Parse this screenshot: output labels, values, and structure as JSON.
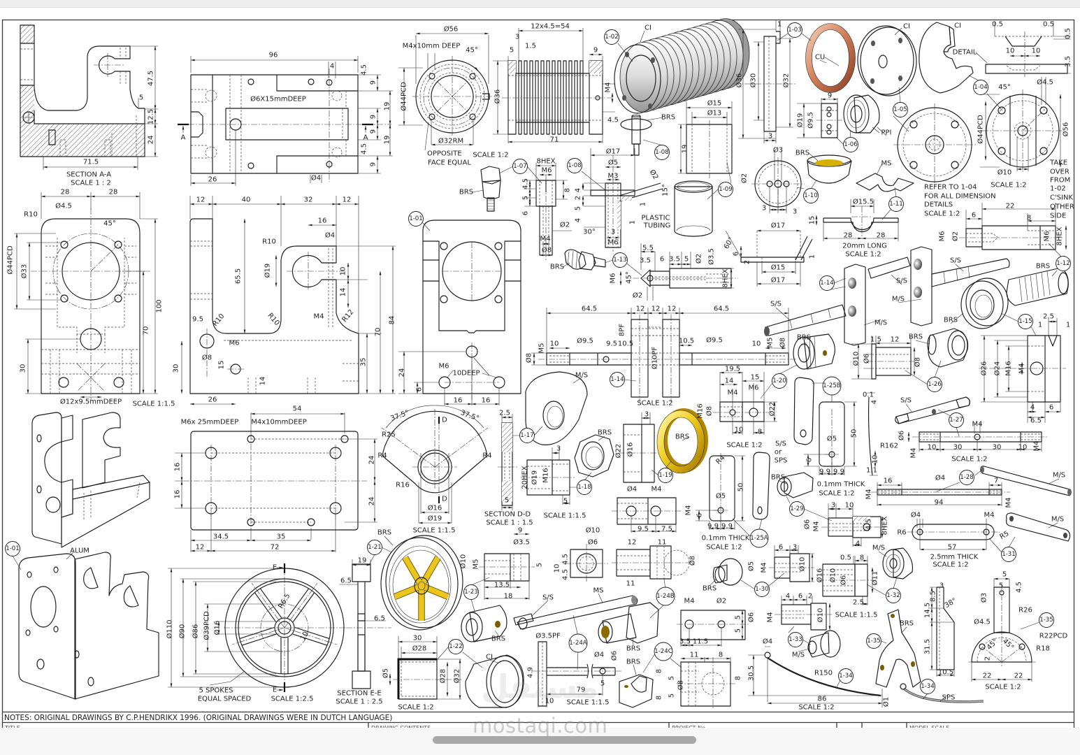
{
  "screen": {
    "watermark_text": "mostaqi.com",
    "watermark_logo": "مستقل"
  },
  "sheet": {
    "notes": "NOTES: ORIGINAL DRAWINGS BY C.P.HENDRIKX 1996. (ORIGINAL DRAWINGS WERE IN DUTCH LANGUAGE)",
    "title_block": [
      "TITLE",
      "DRAWING CONTENTS",
      "PROJECT No.",
      "MODEL SCALE"
    ]
  },
  "colors": {
    "line": "#1b1b1b",
    "brass": "#e8c21a",
    "copper": "#c9714a",
    "cast_iron": "#8c8c8c",
    "mild_steel": "#d9d9d9",
    "aluminium": "#e3e8ec",
    "plastic": "#bfe8ee",
    "scrollbar": "#a8a8a8"
  },
  "views": {
    "sectionAA": {
      "title": "SECTION A-A",
      "scale": "SCALE 1 : 2",
      "dims": [
        "47.5",
        "5",
        "12.5",
        "24",
        "71.5"
      ]
    },
    "bodyTop": {
      "markers": [
        "A",
        "A"
      ],
      "dims": [
        "96",
        "4",
        "4.5",
        "9",
        "Ø6X15mmDEEP",
        "19",
        "9",
        "9",
        "19",
        "4.5",
        "9",
        "26",
        "Ø4"
      ]
    },
    "bodyFront": {
      "scale": "SCALE 1:1.5",
      "dims": [
        "28",
        "28",
        "Ø4.5",
        "R10",
        "45°",
        "Ø44PCD",
        "Ø33",
        "100",
        "70",
        "30",
        "Ø12x9.5mmDEEP"
      ]
    },
    "bodySide": {
      "dims": [
        "12",
        "40",
        "32",
        "12",
        "16",
        "Ø4",
        "R10",
        "Ø19",
        "65.5",
        "10",
        "14",
        "9.5",
        "R10",
        "R10",
        "M4",
        "R12",
        "84",
        "70",
        "M6",
        "Ø8",
        "15",
        "35",
        "14",
        "30",
        "26"
      ]
    },
    "bodyEnd": {
      "balloons": [
        "1-01"
      ],
      "dims": [
        "24",
        "M6",
        "10DEEP",
        "6",
        "16",
        "16"
      ]
    },
    "basePlate": {
      "dims": [
        "54",
        "M6x 25mmDEEP",
        "M4x10mmDEEP",
        "16",
        "16",
        "24",
        "24",
        "34.5",
        "35",
        "12",
        "72"
      ]
    },
    "bodyIso": {
      "balloons": [
        "1-01"
      ],
      "materials": [
        "ALUM"
      ]
    },
    "flywheel": {
      "scale": "SCALE 1:2.5",
      "markers": [
        "E",
        "E"
      ],
      "dims": [
        "R6.5",
        "10",
        "Ø110",
        "Ø90",
        "Ø86",
        "Ø39PCD",
        "Ø16"
      ],
      "notes": [
        "5 SPOKES",
        "EQUAL SPACED"
      ]
    },
    "sectionEE": {
      "title": "SECTION E-E",
      "scale": "SCALE 1 : 2.5",
      "dims": [
        "19",
        "6.5",
        "6.5"
      ]
    },
    "flywheelIso": {
      "balloons": [
        "1-21"
      ],
      "materials": [
        "BRS"
      ]
    },
    "cylinderEnd": {
      "dims": [
        "Ø56",
        "M4x10mm DEEP",
        "45°",
        "Ø44PCD",
        "Ø32RM"
      ],
      "notes": [
        "OPPOSITE",
        "FACE EQUAL"
      ]
    },
    "cylinderSide": {
      "scale": "SCALE 1:2",
      "dims": [
        "12x4.5=54",
        "3",
        "1.5",
        "5",
        "9",
        "Ø36",
        "M4",
        "4.5",
        "71"
      ]
    },
    "cylinderIso": {
      "balloons": [
        "1-02"
      ],
      "materials": [
        "CI"
      ]
    },
    "part108Iso": {
      "balloons": [
        "1-08"
      ],
      "materials": [
        "BRS"
      ]
    },
    "part109": {
      "balloons": [
        "1-09"
      ],
      "dims": [
        "Ø15",
        "Ø13",
        "19"
      ],
      "notes": [
        "PLASTIC",
        "TUBING"
      ]
    },
    "part103": {
      "balloons": [
        "1-03"
      ],
      "materials": [
        "CU"
      ],
      "dims": [
        "1",
        "Ø36",
        "Ø30",
        "Ø32",
        "3"
      ]
    },
    "part105Iso": {
      "balloons": [
        "1-05"
      ],
      "materials": [
        "CI"
      ]
    },
    "part104Iso": {
      "balloons": [
        "1-04"
      ],
      "materials": [
        "CI"
      ],
      "notes": [
        "DETAIL"
      ]
    },
    "detail": {
      "dims": [
        "0.5",
        "0.5",
        "0.5",
        "10",
        "10",
        "3.5"
      ]
    },
    "part106": {
      "balloons": [
        "1-06"
      ],
      "materials": [
        "PPI"
      ],
      "dims": [
        "9",
        "Ø19",
        "Ø9.5"
      ]
    },
    "part105": {
      "scale": "SCALE 1:2",
      "notes": [
        "REFER TO 1-04",
        "FOR ALL DIMENSION",
        "DETAILS"
      ]
    },
    "part104": {
      "scale": "SCALE 1:2",
      "dims": [
        "45°",
        "Ø4.5",
        "Ø44PCD",
        "Ø56",
        "Ø10"
      ],
      "notes": [
        "TAKE",
        "OVER",
        "FROM",
        "1-02",
        "C'SINK",
        "OTHER",
        "SIDE"
      ]
    },
    "part110": {
      "balloons": [
        "1-10"
      ],
      "materials": [
        "BRS"
      ],
      "dims": [
        "Ø3",
        "Ø2",
        "3",
        "3"
      ]
    },
    "part110Side": {
      "dims": [
        "Ø17",
        "60°",
        "6",
        "2",
        "Ø15",
        "Ø17",
        "1"
      ]
    },
    "part111": {
      "scale": "SCALE 1:2",
      "balloons": [
        "1-11"
      ],
      "materials": [
        "MS"
      ],
      "dims": [
        "Ø15.5",
        "15",
        "28",
        "28"
      ],
      "notes": [
        "20mm LONG"
      ]
    },
    "part112": {
      "balloons": [
        "1-12"
      ],
      "materials": [
        "BRS"
      ],
      "dims": [
        "22",
        "6",
        "8",
        "M6",
        "Ø2",
        "M6",
        "8HEX"
      ]
    },
    "part107": {
      "balloons": [
        "1-07"
      ],
      "materials": [
        "BRS"
      ],
      "dims": [
        "8HEX",
        "M6",
        "4.5",
        "8",
        "5",
        "6",
        "Ø2",
        "M4",
        "Ø8"
      ]
    },
    "part108": {
      "balloons": [
        "1-08"
      ],
      "dims": [
        "Ø17",
        "Ø5",
        "M3",
        "Ø2",
        "15°",
        "4",
        "2",
        "5",
        "4",
        "1",
        "30°",
        "3",
        "1",
        "M6"
      ]
    },
    "part113": {
      "balloons": [
        "1-13"
      ],
      "materials": [
        "BRS"
      ],
      "dims": [
        "5.5",
        "3.5",
        "6",
        "3.5",
        "5",
        "Ø2",
        "Ø3.5",
        "M6",
        "45°",
        "8HEX",
        "Ø2"
      ]
    },
    "part114": {
      "scale": "SCALE 1:2",
      "balloons": [
        "1-14"
      ],
      "dims": [
        "64.5",
        "12",
        "12",
        "12",
        "64.5",
        "8PF",
        "M5",
        "10",
        "Ø9.5",
        "9.5",
        "10.5",
        "10.5",
        "Ø9.5",
        "10",
        "M5",
        "Ø8",
        "Ø8",
        "Ø10PF"
      ]
    },
    "part114Iso": {
      "balloons": [
        "1-14"
      ],
      "materials": [
        "S/S",
        "S/S",
        "M/S",
        "M/S",
        "S/S"
      ]
    },
    "part115": {
      "balloons": [
        "1-15"
      ],
      "materials": [
        "BRS"
      ],
      "dims": [
        "2.5",
        "1",
        "1",
        "Ø26",
        "Ø24",
        "M16",
        "M4",
        "4",
        "6",
        "6.5"
      ]
    },
    "part120": {
      "scale": "SCALE 1:2",
      "balloons": [
        "1-20"
      ],
      "materials": [
        "BRS"
      ],
      "dims": [
        "19.5",
        "14",
        "15",
        "M4",
        "M6",
        "M16",
        "Ø8",
        "Ø22",
        "10",
        "8"
      ]
    },
    "part126": {
      "balloons": [
        "1-26"
      ],
      "materials": [
        "BRS"
      ],
      "dims": [
        "1.5",
        "12",
        "Ø10",
        "Ø6",
        "Ø8"
      ]
    },
    "part125B": {
      "scale": "SCALE 1:2",
      "balloons": [
        "1-25B"
      ],
      "dims": [
        "Ø5",
        "50",
        "6",
        "9.9",
        "9.9",
        "0.1",
        "4",
        "R162",
        "10",
        "1.1"
      ],
      "notes": [
        "0.1mm THICK"
      ]
    },
    "part125Iso": {
      "notes": [
        "S/S",
        "or",
        "SPS"
      ]
    },
    "part125A": {
      "scale": "SCALE 1:2",
      "balloons": [
        "1-25A"
      ],
      "dims": [
        "R4",
        "Ø5",
        "50",
        "6",
        "9.9",
        "9.9"
      ],
      "notes": [
        "0.1mm THICK"
      ]
    },
    "part127": {
      "scale": "SCALE 1:2",
      "balloons": [
        "1-27"
      ],
      "materials": [
        "S/S"
      ],
      "dims": [
        "Ø6",
        "M4",
        "M4",
        "10",
        "30",
        "30",
        "10",
        "M4"
      ]
    },
    "part128": {
      "balloons": [
        "1-28"
      ],
      "materials": [
        "M/S"
      ],
      "dims": [
        "16",
        "Ø4",
        "7",
        "M4",
        "94",
        "M4"
      ]
    },
    "part129": {
      "balloons": [
        "1-29"
      ],
      "materials": [
        "BRS"
      ],
      "dims": [
        "3",
        "10",
        "Ø6",
        "M4",
        "4.5",
        "8HEX",
        "4"
      ]
    },
    "part131": {
      "scale": "SCALE 1:2",
      "balloons": [
        "1-31"
      ],
      "materials": [
        "M/S"
      ],
      "dims": [
        "Ø4",
        "M4",
        "R6",
        "R5",
        "57"
      ],
      "notes": [
        "2.5mm THICK"
      ]
    },
    "part130": {
      "balloons": [
        "1-30"
      ],
      "materials": [
        "BRS"
      ],
      "dims": [
        "6",
        "3",
        "Ø5",
        "M4",
        "Ø10"
      ]
    },
    "part132": {
      "scale": "SCALE 1:1.5",
      "balloons": [
        "1-32"
      ],
      "materials": [
        "M/S"
      ],
      "dims": [
        "0.5",
        "8",
        "Ø16",
        "Ø10",
        "Ø6",
        "Ø11",
        "2.5"
      ]
    },
    "part133": {
      "balloons": [
        "1-33"
      ],
      "materials": [
        "M/S"
      ],
      "dims": [
        "4",
        "6",
        "2",
        "Ø6",
        "M4",
        "Ø10"
      ]
    },
    "part134": {
      "scale": "SCALE 1:2",
      "balloons": [
        "1-34",
        "1-34"
      ],
      "materials": [
        "SPS"
      ],
      "dims": [
        "Ø4",
        "30.5",
        "R150",
        "86",
        "Ø1"
      ]
    },
    "part135": {
      "scale": "SCALE 1:2",
      "balloons": [
        "1-35",
        "1-35"
      ],
      "materials": [
        "BRS"
      ],
      "dims": [
        "3",
        "8.5",
        "14.5",
        "38°",
        "31.5",
        "10.5",
        "5",
        "5",
        "4.5",
        "Ø3",
        "R26",
        "Ø4.5",
        "R22PCD",
        "R18",
        "45°",
        "45°",
        "2",
        "22",
        "22"
      ]
    },
    "part117": {
      "scale": "SCALE 1:1.5",
      "balloons": [
        "1-17"
      ],
      "materials": [
        "M/S"
      ],
      "markers": [
        "D",
        "D"
      ],
      "dims": [
        "37.5°",
        "37.5°",
        "R25",
        "R4",
        "R4",
        "R16",
        "Ø16",
        "Ø19"
      ]
    },
    "sectionDD": {
      "title": "SECTION D-D",
      "scale": "SCALE 1 : 1.5",
      "dims": [
        "2.5",
        "5"
      ]
    },
    "part118": {
      "scale": "SCALE 1:1.5",
      "balloons": [
        "1-18"
      ],
      "materials": [
        "BRS"
      ],
      "dims": [
        "3",
        "20HEX",
        "Ø19",
        "M16",
        "5"
      ]
    },
    "part119": {
      "balloons": [
        "1-19"
      ],
      "materials": [
        "BRS"
      ],
      "dims": [
        "3",
        "Ø22",
        "Ø16"
      ]
    },
    "part124Top": {
      "dims": [
        "Ø4",
        "M4",
        "M4",
        "9.5",
        "7.5"
      ]
    },
    "part123": {
      "balloons": [
        "1-23"
      ],
      "materials": [
        "BRS"
      ],
      "dims": [
        "9",
        "Ø3.5",
        "Ø10",
        "M5",
        "5",
        "13.5",
        "18"
      ]
    },
    "part124Block": {
      "dims": [
        "Ø10",
        "Ø6",
        "10",
        "4.5",
        "4.5"
      ]
    },
    "part124BSide": {
      "dims": [
        "12",
        "11",
        "11",
        "Ø8"
      ]
    },
    "part124A": {
      "scale": "SCALE 1:1.5",
      "balloons": [
        "1-24A"
      ],
      "materials": [
        "MS",
        "S/S"
      ],
      "dims": [
        "Ø3.5PF",
        "4.9",
        "Ø4",
        "Ø6",
        "5",
        "79",
        "10"
      ]
    },
    "part124BIso": {
      "balloons": [
        "1-24B"
      ],
      "materials": [
        "BRS"
      ]
    },
    "part124C": {
      "balloons": [
        "1-24C"
      ],
      "materials": [
        "BRS"
      ],
      "dims": [
        "M4",
        "Ø2",
        "5",
        "5",
        "3.5",
        "11.5",
        "11",
        "8",
        "8",
        "5",
        "Ø8",
        "5",
        "8",
        "8"
      ]
    },
    "part122": {
      "scale": "SCALE 1:2",
      "balloons": [
        "1-22"
      ],
      "materials": [
        "CI"
      ],
      "dims": [
        "30",
        "Ø28",
        "Ø5",
        "Ø28",
        "Ø32"
      ]
    }
  }
}
